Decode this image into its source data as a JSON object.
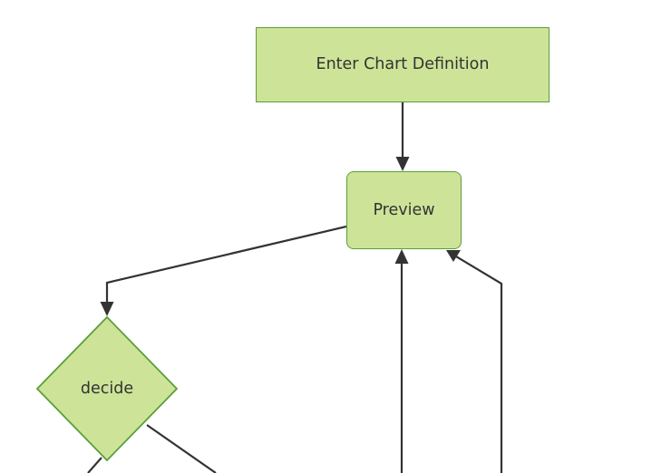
{
  "diagram": {
    "type": "flowchart",
    "title": "",
    "background_color": "#ffffff",
    "node_fill_color": "#cde498",
    "node_stroke_color": "#5a9e3a",
    "edge_color": "#333333",
    "text_color": "#333333",
    "nodes": [
      {
        "id": "enter-chart-definition",
        "label": "Enter Chart Definition",
        "shape": "rectangle"
      },
      {
        "id": "preview",
        "label": "Preview",
        "shape": "rounded-rectangle"
      },
      {
        "id": "decide",
        "label": "decide",
        "shape": "diamond"
      }
    ],
    "edges": [
      {
        "from": "enter-chart-definition",
        "to": "preview",
        "label": "",
        "arrow": true
      },
      {
        "from": "preview",
        "to": "decide",
        "label": "",
        "arrow": true
      },
      {
        "from": "below-left",
        "to": "preview",
        "label": "",
        "arrow": true
      },
      {
        "from": "below-right",
        "to": "preview",
        "label": "",
        "arrow": true
      },
      {
        "from": "decide",
        "to": "below-left-offscreen",
        "label": "",
        "arrow": false
      },
      {
        "from": "decide",
        "to": "below-right-offscreen",
        "label": "",
        "arrow": false
      }
    ]
  }
}
